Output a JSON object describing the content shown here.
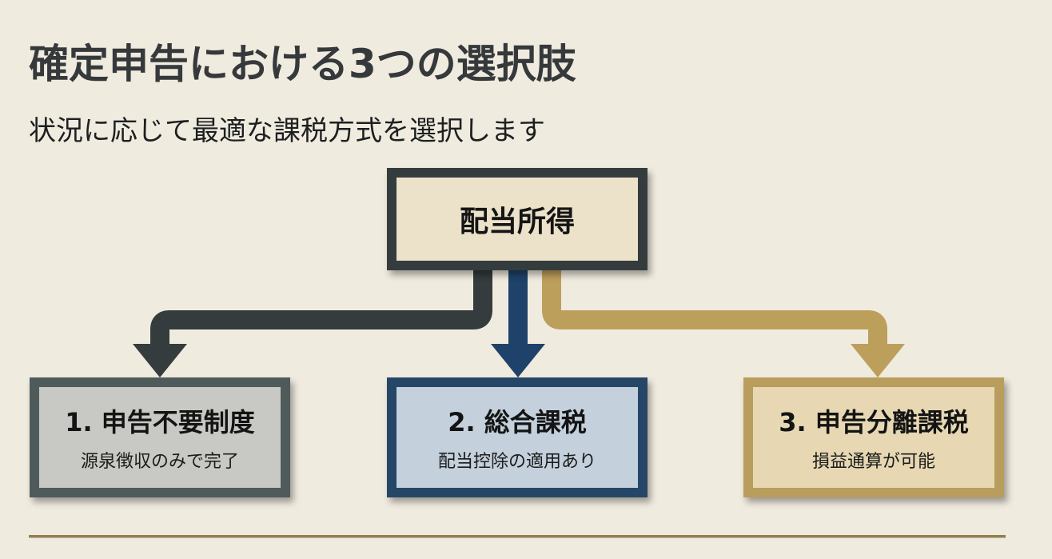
{
  "header": {
    "title": "確定申告における3つの選択肢",
    "subtitle": "状況に応じて最適な課税方式を選択します"
  },
  "root": {
    "label": "配当所得"
  },
  "options": [
    {
      "label": "1. 申告不要制度",
      "desc": "源泉徴収のみで完了",
      "color": "#4f5a5b"
    },
    {
      "label": "2. 総合課税",
      "desc": "配当控除の適用あり",
      "color": "#264668"
    },
    {
      "label": "3. 申告分離課税",
      "desc": "損益通算が可能",
      "color": "#b99d5c"
    }
  ],
  "colors": {
    "background": "#f0ebdf",
    "root_border": "#343c3e",
    "arrow_left": "#343c3e",
    "arrow_center": "#1f426a",
    "arrow_right": "#bd9f5c",
    "rule": "#8f7f58"
  }
}
